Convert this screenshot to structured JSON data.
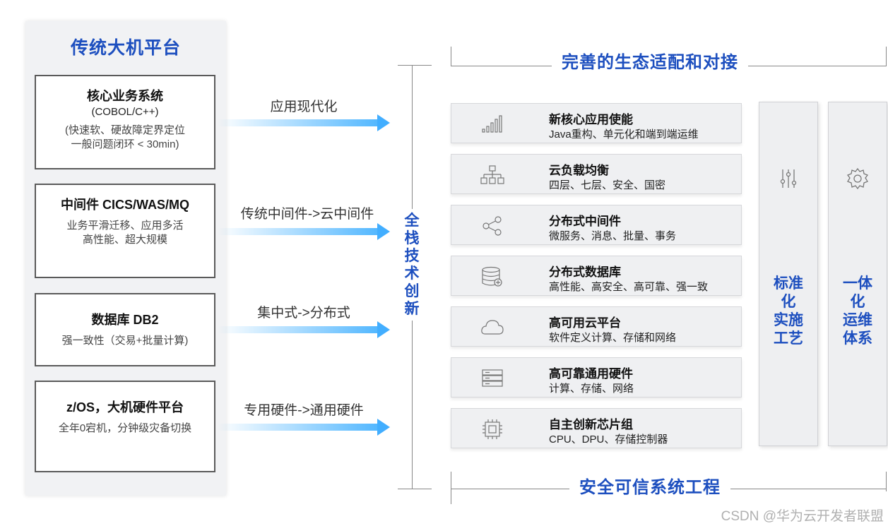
{
  "left_panel": {
    "title": "传统大机平台",
    "boxes": [
      {
        "title": "核心业务系统",
        "subtitle": "(COBOL/C++)",
        "desc": "(快速软、硬故障定界定位\n一般问题闭环 < 30min)"
      },
      {
        "title": "中间件 CICS/WAS/MQ",
        "subtitle": "",
        "desc": "业务平滑迁移、应用多活\n高性能、超大规模"
      },
      {
        "title": "数据库 DB2",
        "subtitle": "",
        "desc": "强一致性（交易+批量计算)"
      },
      {
        "title": "z/OS，大机硬件平台",
        "subtitle": "",
        "desc": "全年0宕机，分钟级灾备切换"
      }
    ]
  },
  "arrows": [
    {
      "label": "应用现代化"
    },
    {
      "label": "传统中间件->云中间件"
    },
    {
      "label": "集中式->分布式"
    },
    {
      "label": "专用硬件->通用硬件"
    }
  ],
  "center_label": "全\n栈\n技\n术\n创\n新",
  "right": {
    "top_title": "完善的生态适配和对接",
    "bottom_title": "安全可信系统工程",
    "layers": [
      {
        "icon": "bar-chart-icon",
        "title": "新核心应用使能",
        "subtitle": "Java重构、单元化和端到端运维"
      },
      {
        "icon": "org-chart-icon",
        "title": "云负载均衡",
        "subtitle": "四层、七层、安全、国密"
      },
      {
        "icon": "share-nodes-icon",
        "title": "分布式中间件",
        "subtitle": "微服务、消息、批量、事务"
      },
      {
        "icon": "database-icon",
        "title": "分布式数据库",
        "subtitle": "高性能、高安全、高可靠、强一致"
      },
      {
        "icon": "cloud-icon",
        "title": "高可用云平台",
        "subtitle": "软件定义计算、存储和网络"
      },
      {
        "icon": "server-icon",
        "title": "高可靠通用硬件",
        "subtitle": "计算、存储、网络"
      },
      {
        "icon": "chip-icon",
        "title": "自主创新芯片组",
        "subtitle": "CPU、DPU、存储控制器"
      }
    ],
    "pillars": [
      {
        "icon": "sliders-icon",
        "text": "标准\n化\n实施\n工艺"
      },
      {
        "icon": "gear-icon",
        "text": "一体\n化\n运维\n体系"
      }
    ]
  },
  "watermark": "CSDN @华为云开发者联盟"
}
